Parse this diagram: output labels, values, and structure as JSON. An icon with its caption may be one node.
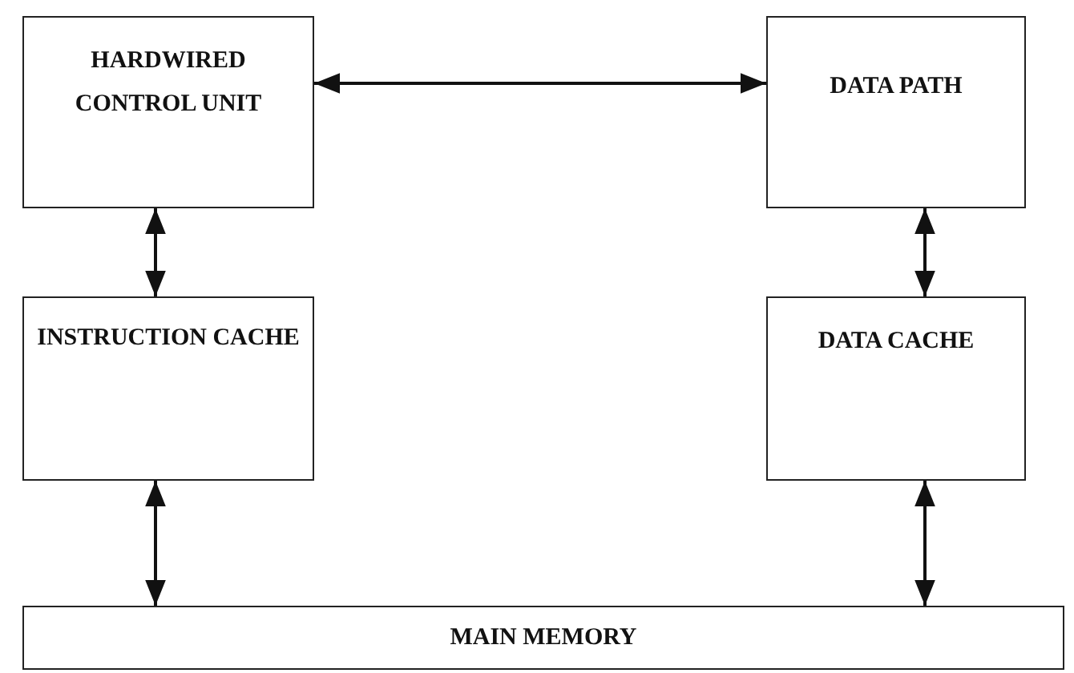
{
  "diagram": {
    "nodes": [
      {
        "text": [
          "HARDWIRED CONTROL UNIT"
        ]
      },
      {
        "text": [
          "DATA PATH"
        ]
      },
      {
        "text": [
          "INSTRUCTION CACHE"
        ]
      },
      {
        "text": [
          "DATA CACHE"
        ]
      },
      {
        "text": [
          "MAIN MEMORY"
        ]
      }
    ],
    "edges": [
      {
        "from": 0,
        "to": 1,
        "arrow": "both"
      },
      {
        "from": 0,
        "to": 2,
        "arrow": "both"
      },
      {
        "from": 1,
        "to": 3,
        "arrow": "both"
      },
      {
        "from": 2,
        "to": 4,
        "arrow": "both"
      },
      {
        "from": 3,
        "to": 4,
        "arrow": "both"
      }
    ]
  }
}
